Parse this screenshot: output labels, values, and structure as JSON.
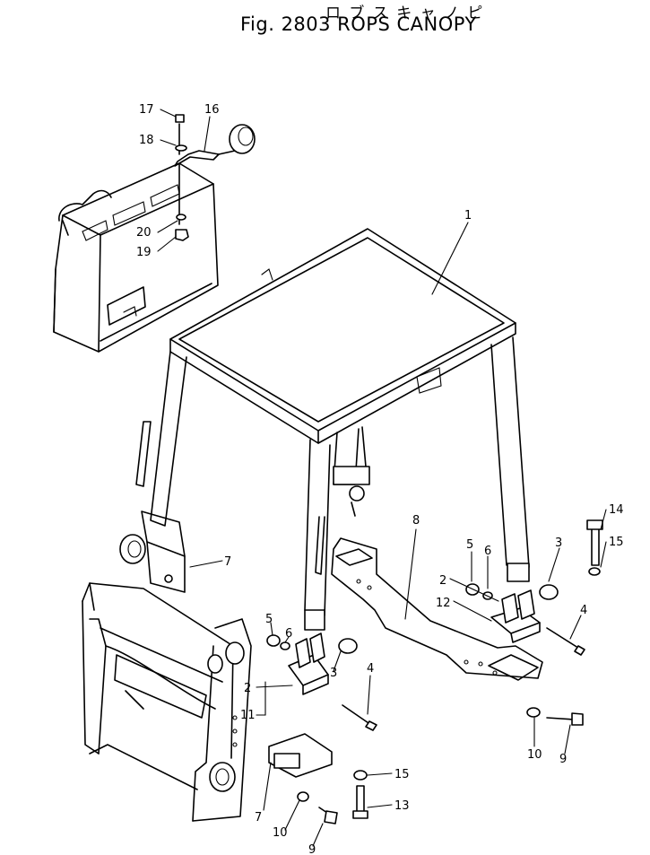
{
  "figure": {
    "title_jp": "ロ ブ ス  キ ャ ノ ピ",
    "title_en": "Fig. 2803  ROPS  CANOPY"
  },
  "callouts": {
    "c1": "1",
    "c2a": "2",
    "c2b": "2",
    "c3a": "3",
    "c3b": "3",
    "c4a": "4",
    "c4b": "4",
    "c5a": "5",
    "c5b": "5",
    "c6a": "6",
    "c6b": "6",
    "c7a": "7",
    "c7b": "7",
    "c8": "8",
    "c9a": "9",
    "c9b": "9",
    "c10a": "10",
    "c10b": "10",
    "c11": "11",
    "c12": "12",
    "c13": "13",
    "c14": "14",
    "c15a": "15",
    "c15b": "15",
    "c16": "16",
    "c17": "17",
    "c18": "18",
    "c19": "19",
    "c20": "20"
  }
}
